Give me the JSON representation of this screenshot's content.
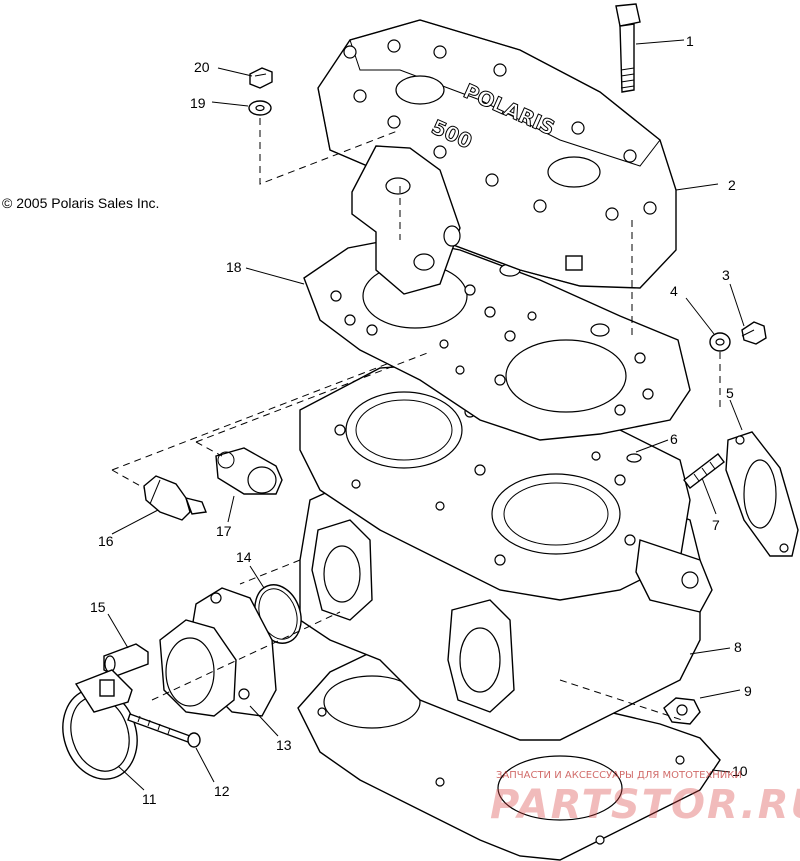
{
  "copyright": "© 2005 Polaris Sales Inc.",
  "head_logo": "POLARIS",
  "head_model": "500",
  "watermark": {
    "line1": "ЗАПЧАСТИ И АКСЕССУАРЫ ДЛЯ МОТОТЕХНИКИ",
    "line2": "PARTSTOR.RU"
  },
  "callouts": {
    "c1": "1",
    "c2": "2",
    "c3": "3",
    "c4": "4",
    "c5": "5",
    "c6": "6",
    "c7": "7",
    "c8": "8",
    "c9": "9",
    "c10": "10",
    "c11": "11",
    "c12": "12",
    "c13": "13",
    "c14": "14",
    "c15": "15",
    "c16": "16",
    "c17": "17",
    "c18": "18",
    "c19": "19",
    "c20": "20"
  },
  "colors": {
    "line": "#000000",
    "background": "#ffffff",
    "watermark": "#d9403e"
  }
}
